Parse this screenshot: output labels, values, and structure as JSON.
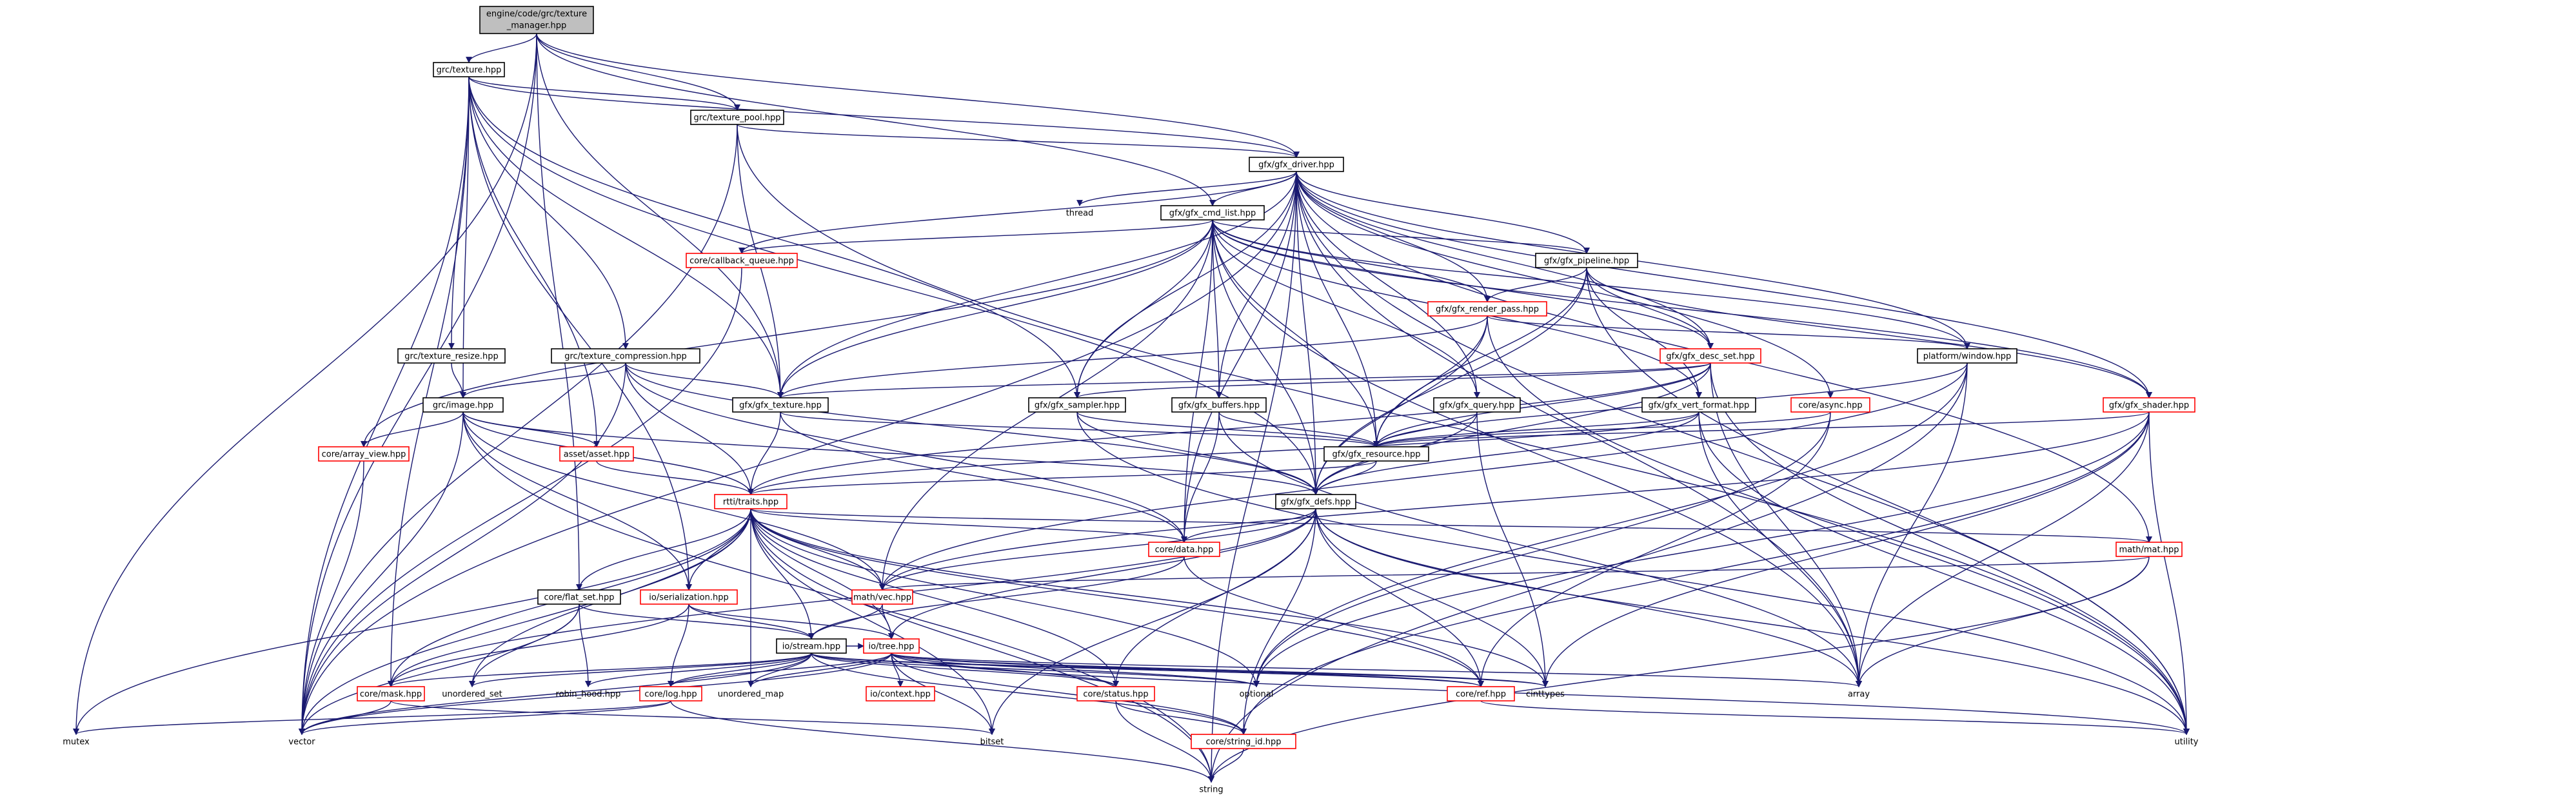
{
  "colors": {
    "edge": "#191970",
    "root_fill": "#bfbfbf",
    "documented_border": "#000000",
    "truncated_border": "#ff0000",
    "external_border": "none"
  },
  "nodes": {
    "root": {
      "line1": "engine/code/grc/texture",
      "line2": "_manager.hpp"
    },
    "grc_texture": "grc/texture.hpp",
    "grc_texture_pool": "grc/texture_pool.hpp",
    "gfx_driver": "gfx/gfx_driver.hpp",
    "thread": "thread",
    "gfx_cmd_list": "gfx/gfx_cmd_list.hpp",
    "callback_queue": "core/callback_queue.hpp",
    "gfx_pipeline": "gfx/gfx_pipeline.hpp",
    "gfx_render_pass": "gfx/gfx_render_pass.hpp",
    "platform_window": "platform/window.hpp",
    "texture_resize": "grc/texture_resize.hpp",
    "texture_compression": "grc/texture_compression.hpp",
    "gfx_desc_set": "gfx/gfx_desc_set.hpp",
    "grc_image": "grc/image.hpp",
    "gfx_texture": "gfx/gfx_texture.hpp",
    "gfx_sampler": "gfx/gfx_sampler.hpp",
    "gfx_buffers": "gfx/gfx_buffers.hpp",
    "gfx_query": "gfx/gfx_query.hpp",
    "gfx_vert_format": "gfx/gfx_vert_format.hpp",
    "core_async": "core/async.hpp",
    "gfx_shader": "gfx/gfx_shader.hpp",
    "core_array_view": "core/array_view.hpp",
    "asset": "asset/asset.hpp",
    "gfx_resource": "gfx/gfx_resource.hpp",
    "rtti_traits": "rtti/traits.hpp",
    "gfx_defs": "gfx/gfx_defs.hpp",
    "core_data": "core/data.hpp",
    "math_mat": "math/mat.hpp",
    "math_vec": "math/vec.hpp",
    "core_flat_set": "core/flat_set.hpp",
    "io_serialization": "io/serialization.hpp",
    "io_stream": "io/stream.hpp",
    "io_tree": "io/tree.hpp",
    "core_mask": "core/mask.hpp",
    "unordered_set": "unordered_set",
    "robin_hood": "robin_hood.hpp",
    "core_log": "core/log.hpp",
    "unordered_map": "unordered_map",
    "io_context": "io/context.hpp",
    "core_status": "core/status.hpp",
    "optional": "optional",
    "core_ref": "core/ref.hpp",
    "cinttypes": "cinttypes",
    "array": "array",
    "mutex": "mutex",
    "vector": "vector",
    "bitset": "bitset",
    "core_string_id": "core/string_id.hpp",
    "utility": "utility",
    "string": "string"
  }
}
